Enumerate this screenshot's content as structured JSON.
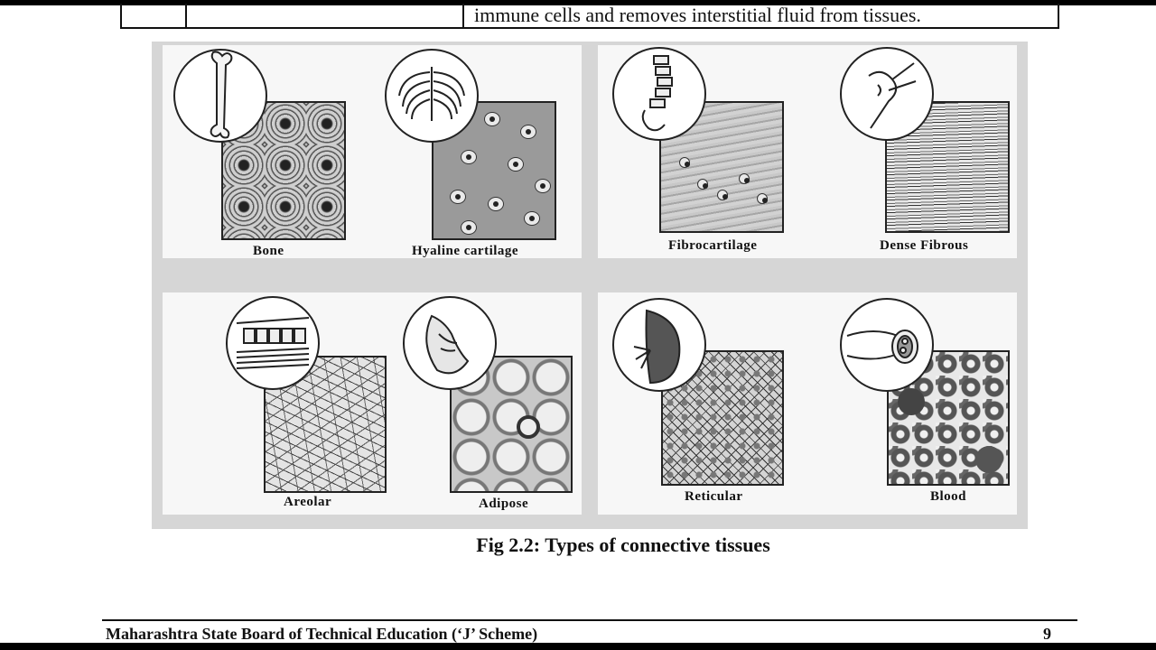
{
  "table_fragment": {
    "text": "immune cells and removes interstitial fluid from tissues."
  },
  "figure": {
    "labels": {
      "bone": "Bone",
      "hyaline": "Hyaline cartilage",
      "fibro": "Fibrocartilage",
      "dense": "Dense Fibrous",
      "areolar": "Areolar",
      "adipose": "Adipose",
      "reticular": "Reticular",
      "blood": "Blood"
    },
    "icons": [
      "bone-icon",
      "ribcage-icon",
      "spine-icon",
      "joint-icon",
      "skin-layers-icon",
      "breast-icon",
      "spleen-icon",
      "blood-vessel-icon"
    ],
    "caption": "Fig 2.2: Types of connective tissues"
  },
  "footer": {
    "text": "Maharashtra State Board of Technical Education (‘J’ Scheme)",
    "page": "9"
  }
}
